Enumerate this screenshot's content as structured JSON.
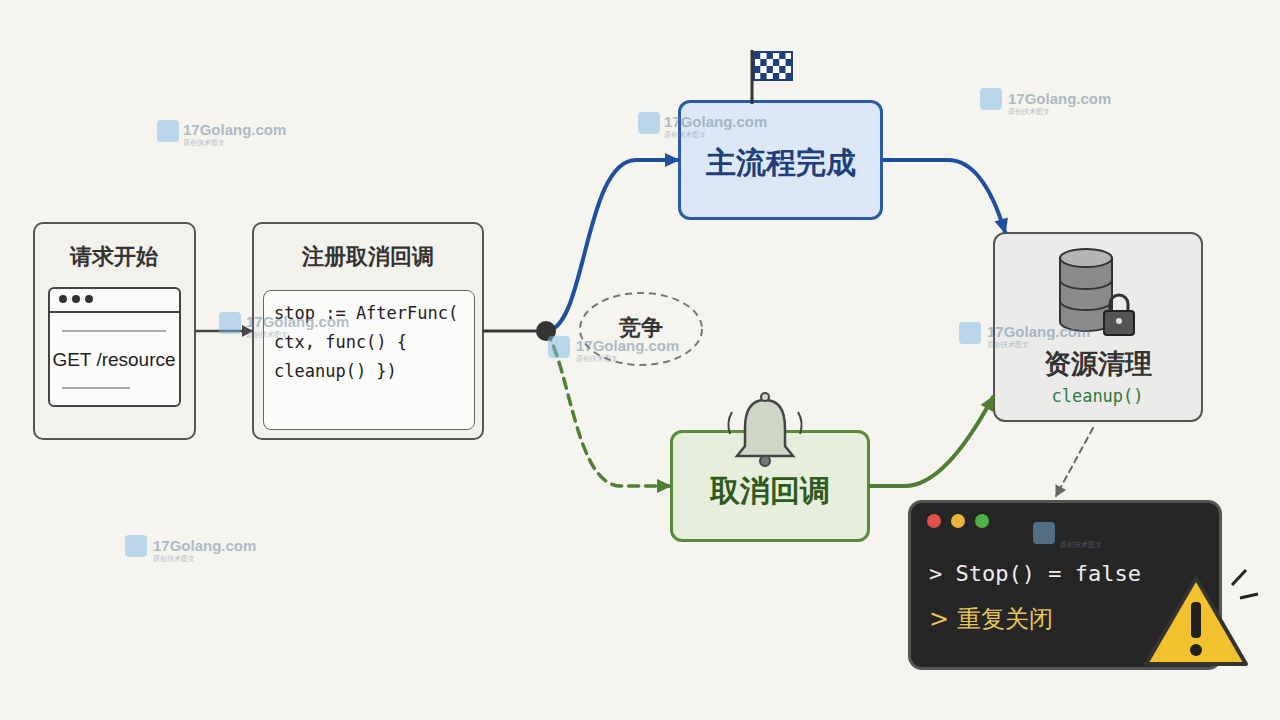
{
  "diagram": {
    "nodes": [
      {
        "text": [
          "请求开始"
        ]
      },
      {
        "text": [
          "GET /resource"
        ],
        "in": 0
      },
      {
        "text": [
          "注册取消回调"
        ]
      },
      {
        "text": [
          "stop := AfterFunc( ctx, func() { cleanup() })"
        ],
        "in": 2
      },
      {
        "text": [
          "主流程完成"
        ]
      },
      {
        "text": [
          "竞争"
        ]
      },
      {
        "text": [
          "取消回调"
        ]
      },
      {
        "text": [
          "资源清理",
          "cleanup()"
        ]
      },
      {
        "text": [
          "> Stop() = false",
          "> 重复关闭"
        ]
      }
    ],
    "edges": [
      {
        "from": 0,
        "to": 2,
        "arrow": "to"
      },
      {
        "from": 2,
        "to": 4,
        "arrow": "to"
      },
      {
        "from": 2,
        "to": 6,
        "arrow": "to"
      },
      {
        "from": 4,
        "to": 7,
        "arrow": "to"
      },
      {
        "from": 6,
        "to": 7,
        "arrow": "to"
      },
      {
        "from": 7,
        "to": 8,
        "arrow": "to"
      }
    ],
    "labels": [
      "17Golang.com",
      "原创技术图文",
      "17Golang.com",
      "原创技术图文",
      "17Golang.com",
      "原创技术图文",
      "17Golang.com",
      "原创技术图文",
      "17Golang.com",
      "原创技术图文",
      "17Golang.com",
      "原创技术图文",
      "原创技术图文",
      "17Golang.com",
      "原创技术图文"
    ]
  }
}
